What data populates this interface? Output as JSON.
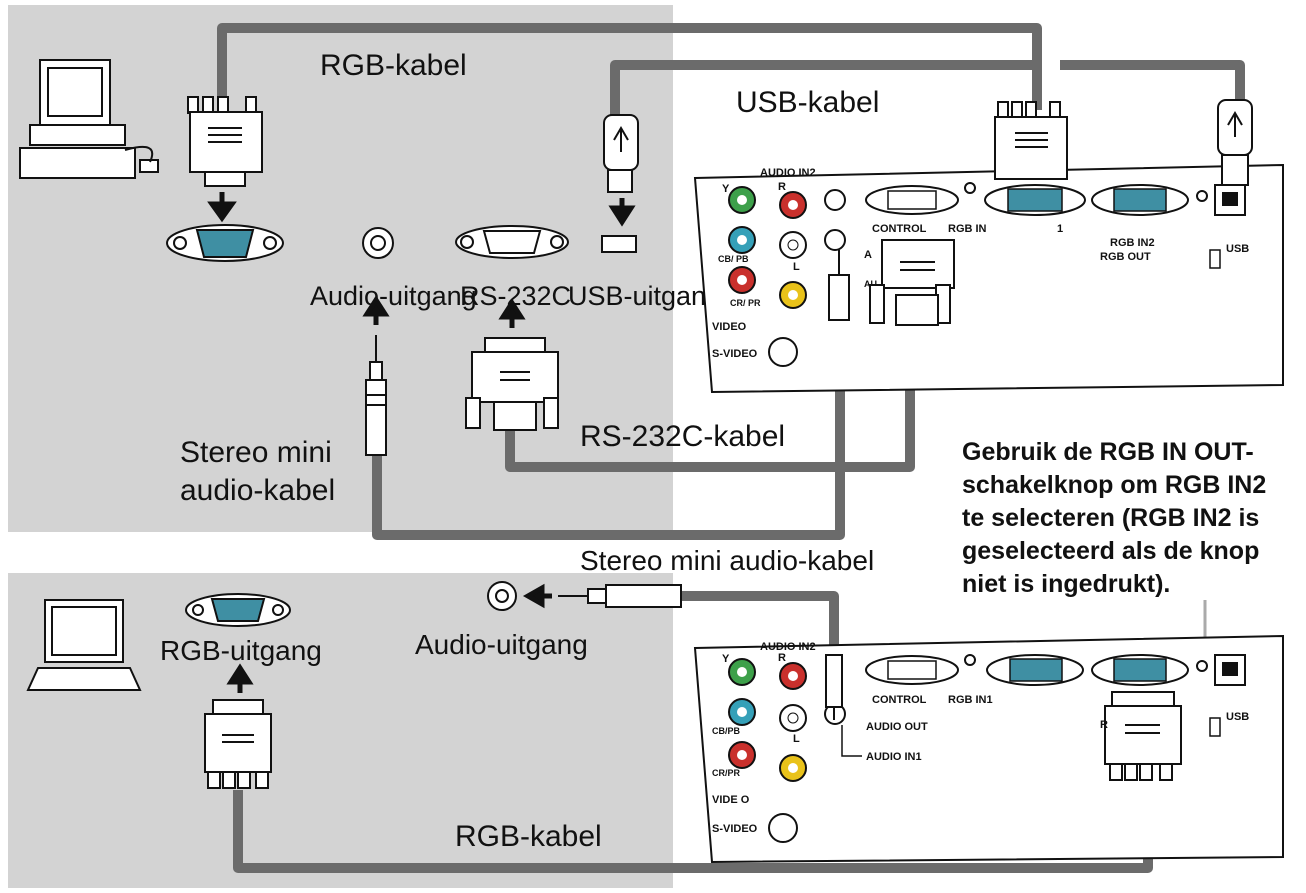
{
  "top": {
    "cable_rgb": "RGB-kabel",
    "cable_usb": "USB-kabel",
    "port_audio_out": "Audio-uitgang",
    "port_rs232c": "RS-232C",
    "port_usb_out": "USB-uitgang",
    "cable_rs232c": "RS-232C-kabel",
    "cable_stereo_line1": "Stereo mini",
    "cable_stereo_line2": "audio-kabel"
  },
  "bottom": {
    "cable_stereo": "Stereo mini audio-kabel",
    "port_rgb_out": "RGB-uitgang",
    "port_audio_out": "Audio-uitgang",
    "cable_rgb": "RGB-kabel"
  },
  "note": {
    "lines": [
      "Gebruik de RGB IN OUT-",
      "schakelknop om RGB IN2",
      "te selecteren (RGB IN2 is",
      "geselecteerd als de knop",
      "niet is ingedrukt)."
    ]
  },
  "panel_top": {
    "audio_in2": "AUDIO IN2",
    "y": "Y",
    "r": "R",
    "l": "L",
    "cb_pb": "CB/ PB",
    "cr_pr": "CR/ PR",
    "video": "VIDEO",
    "s_video": "S-VIDEO",
    "control": "CONTROL",
    "rgb_in": "RGB IN",
    "one": "1",
    "rgb_in2": "RGB IN2",
    "rgb_out": "RGB OUT",
    "usb": "USB",
    "a": "A",
    "au": "AU"
  },
  "panel_bottom": {
    "audio_in2": "AUDIO IN2",
    "y": "Y",
    "r": "R",
    "l": "L",
    "cb_pb": "CB/PB",
    "cr_pr": "CR/PR",
    "video": "VIDE O",
    "s_video": "S-VIDEO",
    "control": "CONTROL",
    "rgb_in1": "RGB IN1",
    "usb": "USB",
    "audio_out": "AUDIO OUT",
    "audio_in1": "AUDIO IN1",
    "r2": "R"
  },
  "colors": {
    "background_panel": "#d3d3d3",
    "cable": "#6b6b6b",
    "port_blue": "#3f8fa3",
    "rca_green": "#3da04a",
    "rca_blue": "#35a0b8",
    "rca_red": "#c9302c",
    "rca_yellow": "#e9c21a"
  }
}
